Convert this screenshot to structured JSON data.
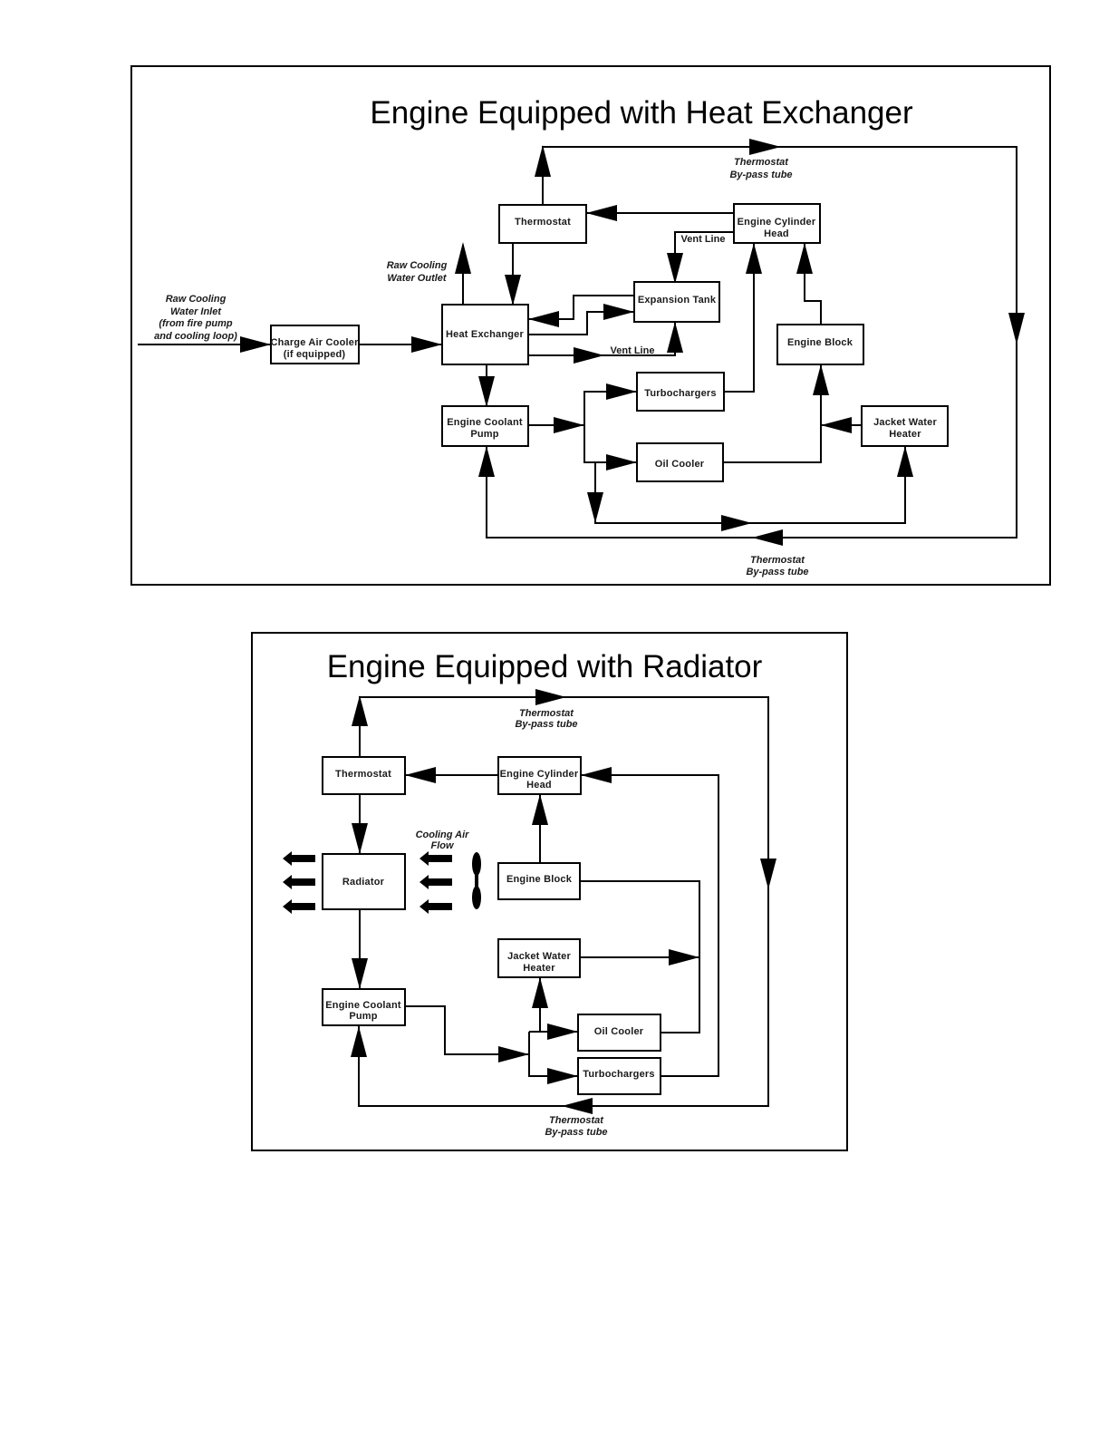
{
  "heat_exchanger_diagram": {
    "title": "Engine Equipped with Heat Exchanger",
    "boxes": {
      "thermostat": [
        "Thermostat"
      ],
      "engine_cylinder_head": [
        "Engine Cylinder",
        "Head"
      ],
      "expansion_tank": [
        "Expansion Tank"
      ],
      "heat_exchanger": [
        "Heat Exchanger"
      ],
      "charge_air_cooler": [
        "Charge Air Cooler",
        "(if equipped)"
      ],
      "engine_block": [
        "Engine Block"
      ],
      "turbochargers": [
        "Turbochargers"
      ],
      "engine_coolant_pump": [
        "Engine Coolant",
        "Pump"
      ],
      "jacket_water_heater": [
        "Jacket Water",
        "Heater"
      ],
      "oil_cooler": [
        "Oil Cooler"
      ]
    },
    "labels": {
      "bypass_top": [
        "Thermostat",
        "By-pass tube"
      ],
      "bypass_bottom": [
        "Thermostat",
        "By-pass tube"
      ],
      "raw_outlet": [
        "Raw Cooling",
        "Water Outlet"
      ],
      "raw_inlet": [
        "Raw Cooling",
        "Water Inlet",
        "(from fire pump",
        "and cooling loop)"
      ],
      "vent_line_upper": "Vent Line",
      "vent_line_lower": "Vent Line"
    }
  },
  "radiator_diagram": {
    "title": "Engine Equipped with Radiator",
    "boxes": {
      "thermostat": [
        "Thermostat"
      ],
      "engine_cylinder_head": [
        "Engine Cylinder",
        "Head"
      ],
      "radiator": [
        "Radiator"
      ],
      "engine_block": [
        "Engine Block"
      ],
      "jacket_water_heater": [
        "Jacket Water",
        "Heater"
      ],
      "engine_coolant_pump": [
        "Engine Coolant",
        "Pump"
      ],
      "oil_cooler": [
        "Oil Cooler"
      ],
      "turbochargers": [
        "Turbochargers"
      ]
    },
    "labels": {
      "bypass_top": [
        "Thermostat",
        "By-pass tube"
      ],
      "bypass_bottom": [
        "Thermostat",
        "By-pass tube"
      ],
      "cooling_air_flow": [
        "Cooling Air",
        "Flow"
      ]
    }
  }
}
